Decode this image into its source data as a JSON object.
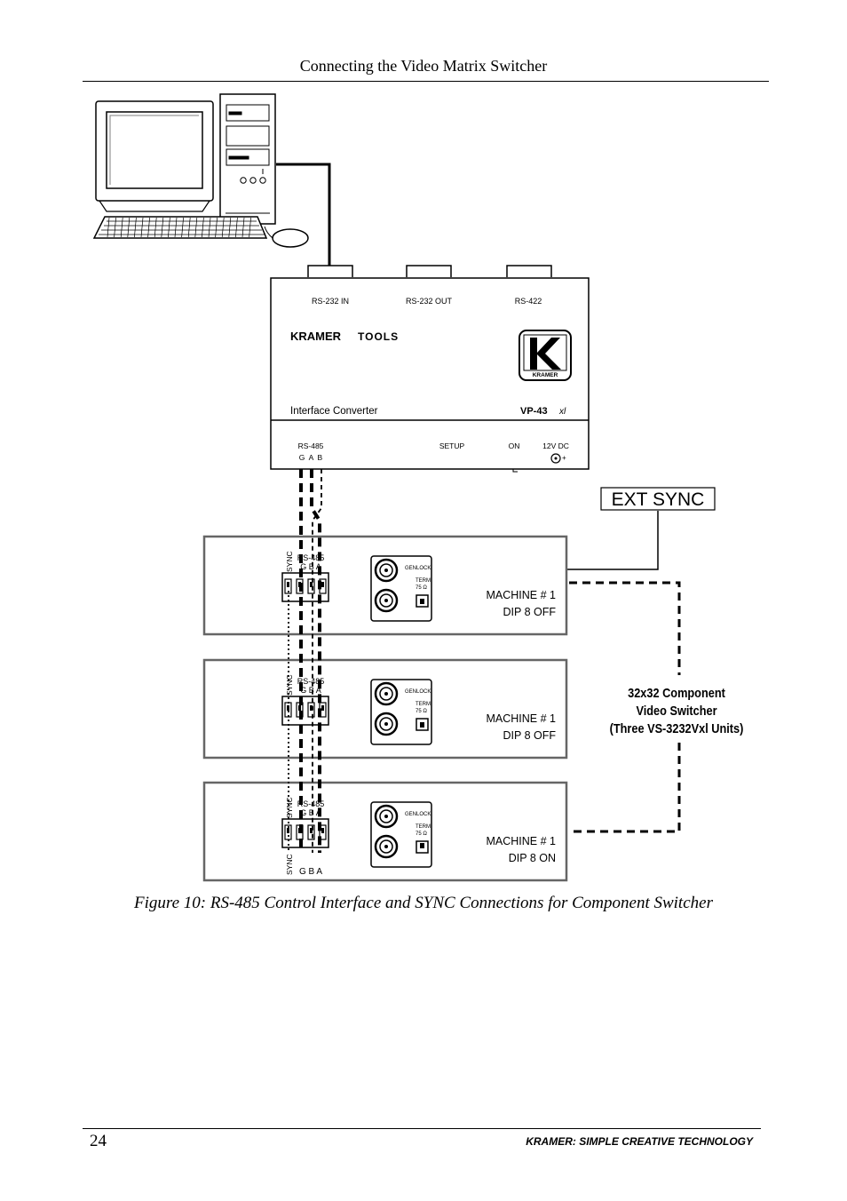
{
  "header": {
    "title": "Connecting the Video Matrix Switcher"
  },
  "converter": {
    "port_rs232_in": "RS-232 IN",
    "port_rs232_out": "RS-232 OUT",
    "port_rs422": "RS-422",
    "brand": "KRAMER",
    "brand_sub": "TOOLS",
    "logo_caption": "KRAMER",
    "device_name": "Interface Converter",
    "model": "VP-43",
    "model_suffix": "xl",
    "rs485_label": "RS-485",
    "rs485_pins": "G  A  B",
    "setup_label": "SETUP",
    "on_label": "ON",
    "dc_label": "12V DC"
  },
  "ext_sync": {
    "label": "EXT SYNC"
  },
  "switchers": [
    {
      "rs485": "RS-485",
      "sync": "SYNC",
      "pins": "G B A",
      "genlock": "GENLOCK",
      "term": "TERM",
      "term_value": "75 Ω",
      "machine": "MACHINE # 1",
      "dip": "DIP 8 OFF"
    },
    {
      "rs485": "RS-485",
      "sync": "SYNC",
      "pins": "G B A",
      "genlock": "GENLOCK",
      "term": "TERM",
      "term_value": "75 Ω",
      "machine": "MACHINE # 1",
      "dip": "DIP 8 OFF"
    },
    {
      "rs485": "RS-485",
      "sync": "SYNC",
      "pins": "G B A",
      "genlock": "GENLOCK",
      "term": "TERM",
      "term_value": "75 Ω",
      "machine": "MACHINE # 1",
      "dip": "DIP 8 ON",
      "bottom_sync": "SYNC",
      "bottom_pins": "G B A"
    }
  ],
  "system_label": {
    "line1": "32x32 Component",
    "line2": "Video Switcher",
    "line3": "(Three VS-3232Vxl Units)"
  },
  "caption": "Figure 10: RS-485 Control Interface and SYNC Connections for Component Switcher",
  "footer": {
    "page_number": "24",
    "text": "KRAMER:  SIMPLE CREATIVE TECHNOLOGY"
  }
}
